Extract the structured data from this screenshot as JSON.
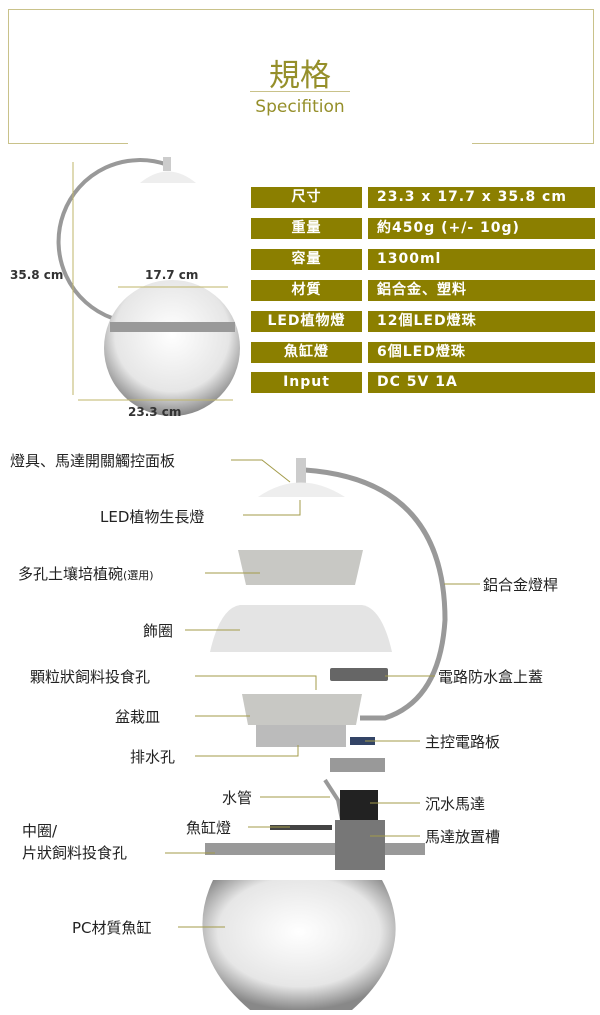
{
  "header": {
    "title": "規格",
    "subtitle": "Specifition"
  },
  "specs": [
    {
      "label": "尺寸",
      "value": "23.3 x 17.7 x 35.8 cm"
    },
    {
      "label": "重量",
      "value": "約450g (+/- 10g)"
    },
    {
      "label": "容量",
      "value": "1300ml"
    },
    {
      "label": "材質",
      "value": "鋁合金、塑料"
    },
    {
      "label": "LED植物燈",
      "value": "12個LED燈珠"
    },
    {
      "label": "魚缸燈",
      "value": "6個LED燈珠"
    },
    {
      "label": "Input",
      "value": "DC 5V 1A"
    }
  ],
  "dimensions": {
    "height": "35.8 cm",
    "depth": "17.7 cm",
    "width": "23.3 cm"
  },
  "parts": {
    "panel": "燈具、馬達開關觸控面板",
    "led": "LED植物生長燈",
    "bowl": "多孔土壤培植碗",
    "bowl_note": "(選用)",
    "ring": "飾圈",
    "feed_hole": "顆粒狀飼料投食孔",
    "pot_tray": "盆栽皿",
    "drain": "排水孔",
    "pipe": "水管",
    "middle_ring": "中圈/",
    "flake_hole": "片狀飼料投食孔",
    "tank_light": "魚缸燈",
    "tank": "PC材質魚缸",
    "pole": "鋁合金燈桿",
    "box_lid": "電路防水盒上蓋",
    "board": "主控電路板",
    "pump": "沉水馬達",
    "pump_slot": "馬達放置槽"
  },
  "colors": {
    "accent": "#8b7f00",
    "title": "#958f2a"
  }
}
